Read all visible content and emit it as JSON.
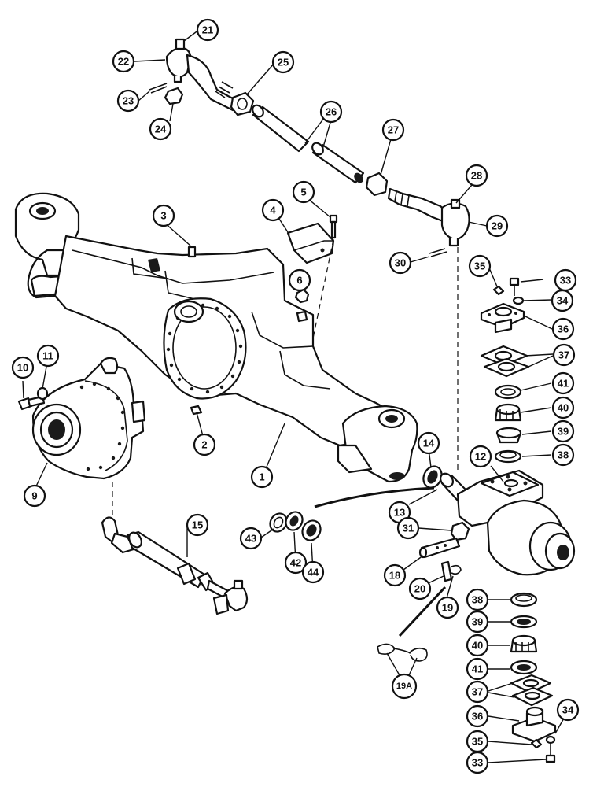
{
  "callouts": {
    "c1": "1",
    "c2": "2",
    "c3": "3",
    "c4": "4",
    "c5": "5",
    "c6": "6",
    "c9": "9",
    "c10": "10",
    "c11": "11",
    "c12": "12",
    "c13": "13",
    "c14": "14",
    "c15": "15",
    "c18": "18",
    "c19": "19",
    "c19a": "19A",
    "c20": "20",
    "c21": "21",
    "c22": "22",
    "c23": "23",
    "c24": "24",
    "c25": "25",
    "c26": "26",
    "c27": "27",
    "c28": "28",
    "c29": "29",
    "c30": "30",
    "c31": "31",
    "c33a": "33",
    "c34a": "34",
    "c35a": "35",
    "c36a": "36",
    "c37a": "37",
    "c41a": "41",
    "c40a": "40",
    "c39a": "39",
    "c38a": "38",
    "c38b": "38",
    "c39b": "39",
    "c40b": "40",
    "c41b": "41",
    "c37b": "37",
    "c36b": "36",
    "c34b": "34",
    "c35b": "35",
    "c33b": "33",
    "c42": "42",
    "c43": "43",
    "c44": "44"
  }
}
